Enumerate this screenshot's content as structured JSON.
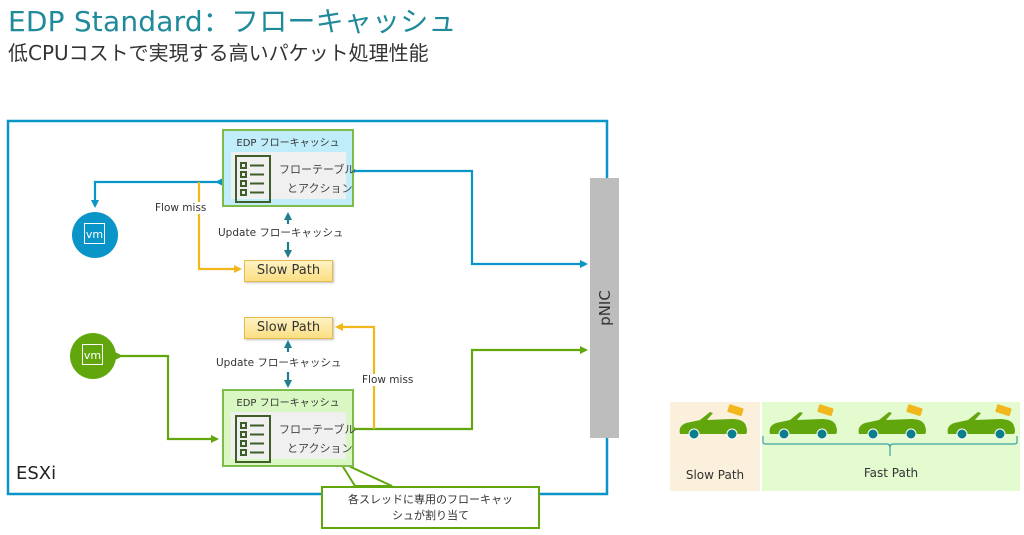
{
  "header": {
    "title": "EDP Standard：フローキャッシュ",
    "subtitle": "低CPUコストで実現する高いパケット処理性能"
  },
  "colors": {
    "title": "#1e8a9a",
    "blue_path": "#0a95c8",
    "green_path": "#62a60e",
    "flow_miss": "#f1b71c",
    "update_arrow": "#1e7f8a",
    "pnic": "#bdbdbd"
  },
  "diagram": {
    "host_label": "ESXi",
    "pnic_label": "pNIC",
    "top_section": {
      "vm_label": "vm",
      "cache": {
        "header": "EDP フローキャッシュ",
        "line1": "フローテーブル",
        "line2": "とアクション"
      },
      "flow_miss_label": "Flow miss",
      "update_label": "Update フローキャッシュ",
      "slow_path_label": "Slow Path"
    },
    "bottom_section": {
      "vm_label": "vm",
      "cache": {
        "header": "EDP フローキャッシュ",
        "line1": "フローテーブル",
        "line2": "とアクション"
      },
      "flow_miss_label": "Flow miss",
      "update_label": "Update フローキャッシュ",
      "slow_path_label": "Slow Path"
    },
    "callout": {
      "line1": "各スレッドに専用のフローキャッ",
      "line2": "シュが割り当て"
    }
  },
  "legend": {
    "slow_label": "Slow Path",
    "fast_label": "Fast Path",
    "slow_cars": 1,
    "fast_cars": 3
  }
}
